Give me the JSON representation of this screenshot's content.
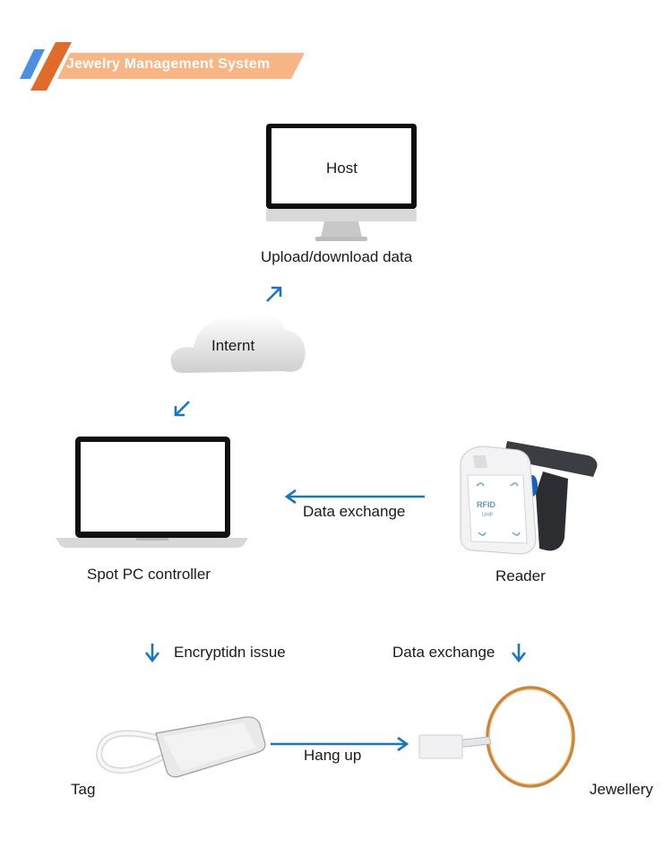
{
  "header": {
    "title": "Jewelry Management System"
  },
  "nodes": {
    "host": {
      "screen_text": "Host",
      "caption": "Upload/download data"
    },
    "cloud": {
      "text": "Internt"
    },
    "pc": {
      "caption": "Spot PC controller"
    },
    "reader": {
      "caption": "Reader",
      "device_text_1": "RFID",
      "device_text_2": "UHF"
    },
    "tag": {
      "caption": "Tag"
    },
    "jewellery": {
      "caption": "Jewellery"
    }
  },
  "edges": {
    "reader_to_pc": "Data exchange",
    "pc_to_tag": "Encryptidn issue",
    "reader_to_jewellery": "Data exchange",
    "tag_to_jewellery": "Hang up"
  },
  "colors": {
    "accent_orange": "#f47b2a",
    "accent_blue": "#1e73c2",
    "arrow": "#1576c4"
  }
}
